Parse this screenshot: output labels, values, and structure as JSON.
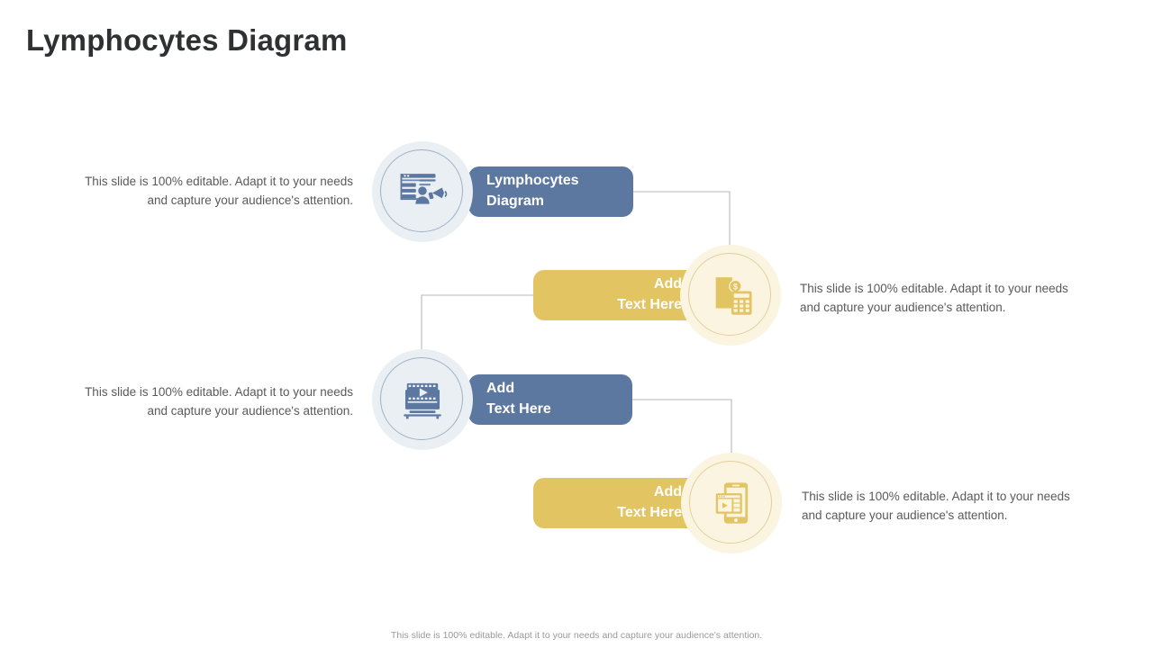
{
  "slide": {
    "title": "Lymphocytes Diagram",
    "footer_note": "This slide is 100% editable. Adapt it to your needs and capture your audience's attention.",
    "colors": {
      "blue": "#5d78a0",
      "gold": "#e3c462",
      "blue_circle_bg": "#eaeff4",
      "gold_circle_bg": "#fbf4e0",
      "title_text": "#2f3032",
      "body_text": "#5a5a5a",
      "connector_line": "#b7b7b7"
    },
    "description_text": "This slide is 100% editable. Adapt it to your needs and capture your audience's attention.",
    "nodes": [
      {
        "id": "node-1",
        "label": "Lymphocytes\nDiagram",
        "label_line1": "Lymphocytes",
        "label_line2": "Diagram",
        "theme": "blue",
        "icon": "browser-person-megaphone-icon",
        "side": "left",
        "description": "This slide is 100% editable. Adapt it to your needs and capture your audience's attention."
      },
      {
        "id": "node-2",
        "label": "Add\nText Here",
        "label_line1": "Add",
        "label_line2": "Text Here",
        "theme": "gold",
        "icon": "finance-report-calculator-icon",
        "side": "right",
        "description": "This slide is 100% editable. Adapt it to your needs and capture your audience's attention."
      },
      {
        "id": "node-3",
        "label": "Add\nText Here",
        "label_line1": "Add",
        "label_line2": "Text Here",
        "theme": "blue",
        "icon": "video-laptop-play-icon",
        "side": "left",
        "description": "This slide is 100% editable. Adapt it to your needs and capture your audience's attention."
      },
      {
        "id": "node-4",
        "label": "Add\nText Here",
        "label_line1": "Add",
        "label_line2": "Text Here",
        "theme": "gold",
        "icon": "mobile-video-player-icon",
        "side": "right",
        "description": "This slide is 100% editable. Adapt it to your needs and capture your audience's attention."
      }
    ]
  }
}
